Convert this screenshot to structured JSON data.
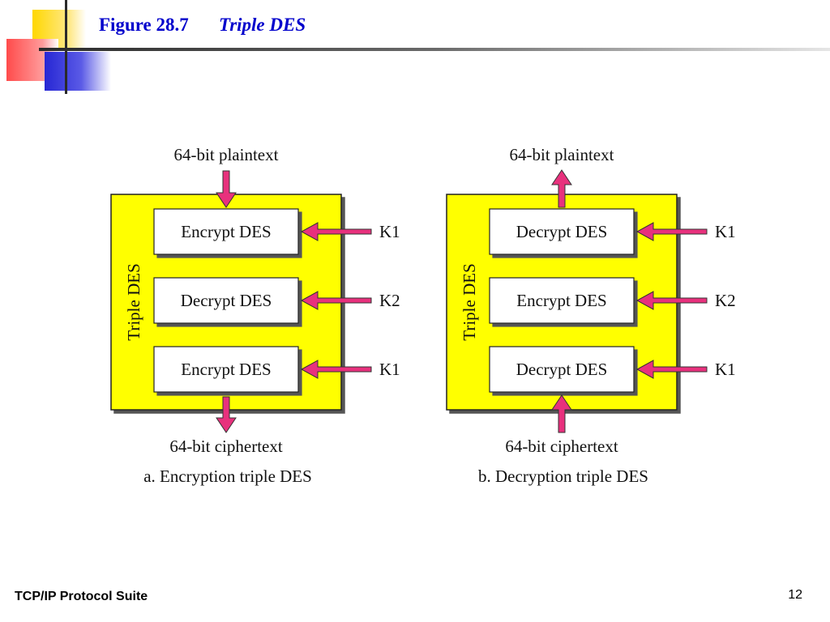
{
  "slide": {
    "figure_number": "Figure 28.7",
    "figure_title": "Triple DES",
    "footer_text": "TCP/IP Protocol Suite",
    "page_number": "12"
  },
  "colors": {
    "title": "#0000cc",
    "panel_fill": "#ffff00",
    "arrow": "#e8317d",
    "box_fill": "#ffffff"
  },
  "diagram": {
    "encryption": {
      "top_label": "64-bit plaintext",
      "bottom_label": "64-bit ciphertext",
      "side_label": "Triple DES",
      "caption": "a. Encryption triple DES",
      "flow": "down",
      "stages": [
        {
          "label": "Encrypt DES",
          "key": "K1"
        },
        {
          "label": "Decrypt DES",
          "key": "K2"
        },
        {
          "label": "Encrypt DES",
          "key": "K1"
        }
      ]
    },
    "decryption": {
      "top_label": "64-bit plaintext",
      "bottom_label": "64-bit ciphertext",
      "side_label": "Triple DES",
      "caption": "b. Decryption triple DES",
      "flow": "up",
      "stages": [
        {
          "label": "Decrypt DES",
          "key": "K1"
        },
        {
          "label": "Encrypt DES",
          "key": "K2"
        },
        {
          "label": "Decrypt DES",
          "key": "K1"
        }
      ]
    }
  }
}
